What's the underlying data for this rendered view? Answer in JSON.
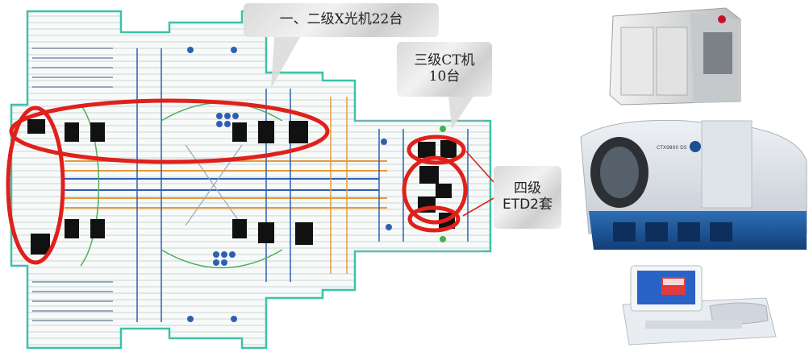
{
  "labels": {
    "xray": "一、二级X光机22台",
    "ct_line1": "三级CT机",
    "ct_line2": "10台",
    "etd_line1": "四级",
    "etd_line2": "ETD2套",
    "ct_brand": "CTX9800 DS"
  },
  "colors": {
    "highlight": "#e0201b",
    "outline": "#3cc2a8",
    "belt_blue": "#2f5fb3",
    "belt_orange": "#e59a3a",
    "machine_black": "#111111"
  }
}
